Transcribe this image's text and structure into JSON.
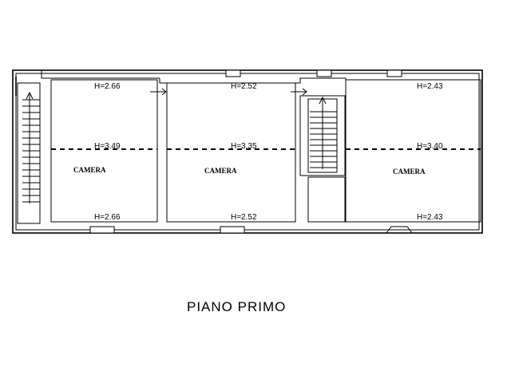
{
  "plan": {
    "title": "PIANO PRIMO",
    "rooms": [
      {
        "name": "CAMERA",
        "height_top": "H=2.66",
        "height_mid": "H=3.49",
        "height_bottom": "H=2.66"
      },
      {
        "name": "CAMERA",
        "height_top": "H=2.52",
        "height_mid": "H=3.35",
        "height_bottom": "H=2.52"
      },
      {
        "name": "CAMERA",
        "height_top": "H=2.43",
        "height_mid": "H=3.40",
        "height_bottom": "H=2.43"
      }
    ]
  }
}
